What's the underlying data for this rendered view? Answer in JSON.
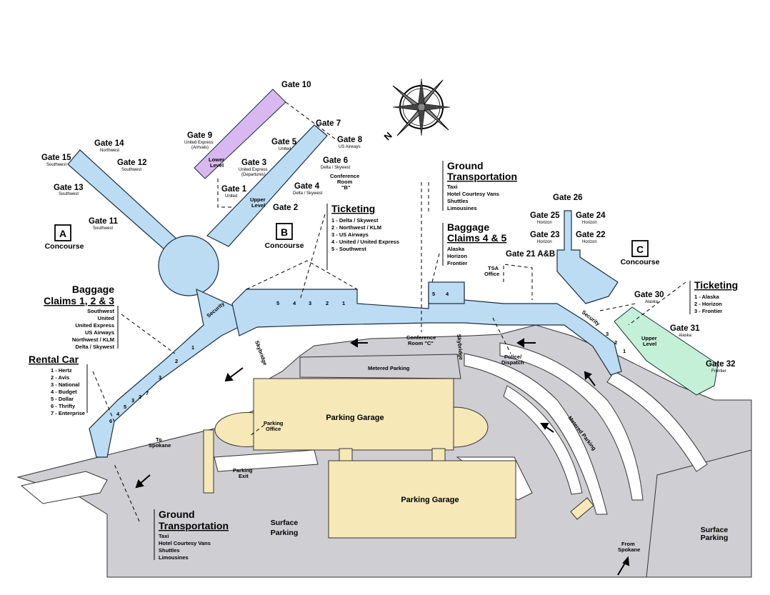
{
  "colors": {
    "concourse": "#bcdcf4",
    "concourse_stroke": "#1c2c3c",
    "upper_level_c": "#c4f0d8",
    "lower_level_purple": "#d8b8ee",
    "road": "#cfcfd3",
    "garage": "#f7e8b8",
    "background": "#ffffff"
  },
  "concourses": {
    "a": {
      "letter": "A",
      "label": "Concourse"
    },
    "b": {
      "letter": "B",
      "label": "Concourse"
    },
    "c": {
      "letter": "C",
      "label": "Concourse"
    }
  },
  "gates": {
    "g1": {
      "name": "Gate 1",
      "airline": "United"
    },
    "g2": {
      "name": "Gate 2"
    },
    "g3": {
      "name": "Gate 3",
      "airline": "United Express",
      "note": "(Departures)"
    },
    "g4": {
      "name": "Gate 4",
      "airline": "Delta / Skywest"
    },
    "g5": {
      "name": "Gate 5",
      "airline": "United"
    },
    "g6": {
      "name": "Gate 6",
      "airline": "Delta / Skywest"
    },
    "g7": {
      "name": "Gate 7"
    },
    "g8": {
      "name": "Gate 8",
      "airline": "US Airways"
    },
    "g9": {
      "name": "Gate 9",
      "airline": "United Express",
      "note": "(Arrivals)"
    },
    "g10": {
      "name": "Gate 10"
    },
    "g11": {
      "name": "Gate 11",
      "airline": "Southwest"
    },
    "g12": {
      "name": "Gate 12",
      "airline": "Southwest"
    },
    "g13": {
      "name": "Gate 13",
      "airline": "Southwest"
    },
    "g14": {
      "name": "Gate 14",
      "airline": "Northwest"
    },
    "g15": {
      "name": "Gate 15",
      "airline": "Southwest"
    },
    "g21": {
      "name": "Gate 21 A&B"
    },
    "g22": {
      "name": "Gate 22",
      "airline": "Horizon"
    },
    "g23": {
      "name": "Gate 23",
      "airline": "Horizon"
    },
    "g24": {
      "name": "Gate 24",
      "airline": "Horizon"
    },
    "g25": {
      "name": "Gate 25",
      "airline": "Horizon"
    },
    "g26": {
      "name": "Gate 26"
    },
    "g30": {
      "name": "Gate 30",
      "airline": "Alaska"
    },
    "g31": {
      "name": "Gate 31",
      "airline": "Alaska"
    },
    "g32": {
      "name": "Gate 32",
      "airline": "Frontier"
    }
  },
  "labels": {
    "conference_b": [
      "Conference",
      "Room",
      "\"B\""
    ],
    "conference_c": [
      "Conference",
      "Room \"C\""
    ],
    "lower_level": [
      "Lower",
      "Level"
    ],
    "upper_level_b": [
      "Upper",
      "Level"
    ],
    "upper_level_c": [
      "Upper",
      "Level"
    ],
    "security": "Security",
    "skybridge": "Skybridge",
    "tsa_office": [
      "TSA",
      "Office"
    ],
    "police": [
      "Police/",
      "Dispatch"
    ],
    "metered_parking": "Metered Parking",
    "parking_garage": "Parking Garage",
    "parking_office": [
      "Parking",
      "Office"
    ],
    "parking_exit": [
      "Parking",
      "Exit"
    ],
    "surface_parking": [
      "Surface",
      "Parking"
    ],
    "to_spokane": [
      "To",
      "Spokane"
    ],
    "from_spokane": [
      "From",
      "Spokane"
    ],
    "compass_n": "N"
  },
  "baggage_123": {
    "title_line1": "Baggage",
    "title_line2": "Claims 1, 2 & 3",
    "items": [
      "Southwest",
      "United",
      "United Express",
      "US Airways",
      "Northwest / KLM",
      "Delta / Skywest"
    ],
    "numbers": [
      "1",
      "2",
      "3"
    ]
  },
  "baggage_45": {
    "title_line1": "Baggage",
    "title_line2": "Claims 4 & 5",
    "items": [
      "Alaska",
      "Horizon",
      "Frontier"
    ],
    "numbers": [
      "5",
      "4"
    ]
  },
  "rental_car": {
    "title": "Rental Car",
    "items": [
      "1 - Hertz",
      "2 - Avis",
      "3 - National",
      "4 - Budget",
      "5 - Dollar",
      "6 - Thrifty",
      "7 - Enterprise"
    ],
    "numbers": [
      "7",
      "3",
      "2",
      "5",
      "4",
      "6"
    ]
  },
  "ticketing_b": {
    "title": "Ticketing",
    "items": [
      "1 - Delta / Skywest",
      "2 - Northwest / KLM",
      "3 - US Airways",
      "4 - United / United Express",
      "5 - Southwest"
    ],
    "numbers": [
      "5",
      "4",
      "3",
      "2",
      "1"
    ]
  },
  "ticketing_c": {
    "title": "Ticketing",
    "items": [
      "1 - Alaska",
      "2 - Horizon",
      "3 - Frontier"
    ],
    "numbers": [
      "3",
      "2",
      "1"
    ]
  },
  "ground_top": {
    "title_line1": "Ground",
    "title_line2": "Transportation",
    "items": [
      "Taxi",
      "Hotel Courtesy Vans",
      "Shuttles",
      "Limousines"
    ]
  },
  "ground_bottom": {
    "title_line1": "Ground",
    "title_line2": "Transportation",
    "items": [
      "Taxi",
      "Hotel Courtesy Vans",
      "Shuttles",
      "Limousines"
    ]
  }
}
